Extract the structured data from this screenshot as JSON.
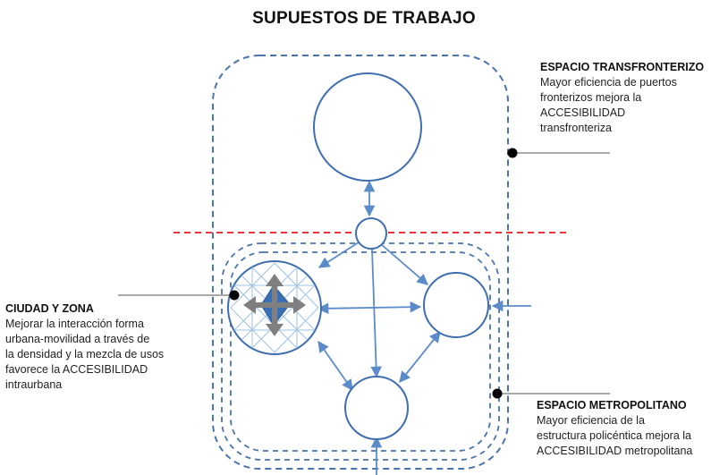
{
  "title": "SUPUESTOS DE TRABAJO",
  "notes": {
    "transfronterizo": {
      "heading": "ESPACIO TRANSFRONTERIZO",
      "body": "Mayor eficiencia de puertos\nfronterizos  mejora la\nACCESIBILIDAD\ntransfronteriza"
    },
    "ciudad": {
      "heading": "CIUDAD Y ZONA",
      "body": "Mejorar la interacción forma\nurbana-movilidad a través de\nla densidad y la mezcla de usos\nfavorece la ACCESIBILIDAD\nintraurbana"
    },
    "metropolitano": {
      "heading": "ESPACIO METROPOLITANO",
      "body": "Mayor eficiencia de la\nestructura policéntica mejora la\nACCESIBILIDAD metropolitana"
    }
  },
  "colors": {
    "node_stroke": "#3e6eb0",
    "arrow": "#5b8bc9",
    "boundary_dashed": "#4a74ad",
    "border_line": "#e8343a",
    "inner_lines": "#9cc2e4",
    "cross": "#7f7f7f",
    "diamond": "#3a6fb5",
    "marker": "#000000"
  }
}
